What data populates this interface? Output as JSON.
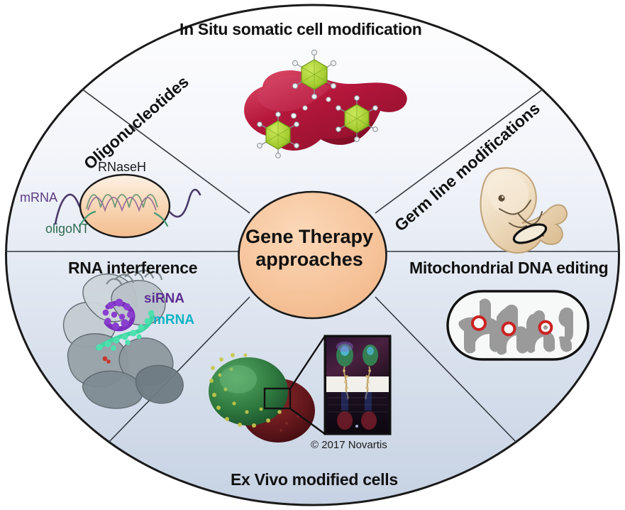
{
  "figure": {
    "center": {
      "line1": "Gene Therapy",
      "line2": "approaches",
      "fill": "#f6c39a",
      "stroke": "#1a1a1a"
    },
    "background": {
      "outer": "#ffffff",
      "ellipse_top": "#fdfdfe",
      "ellipse_bottom": "#c8d3e4",
      "ellipse_stroke": "#1a1a1a",
      "divider_stroke": "#2b2b33"
    },
    "sectors": [
      {
        "id": "in-situ",
        "label": "In Situ somatic cell modification",
        "orientation": "horizontal",
        "position": "top"
      },
      {
        "id": "oligonucleotides",
        "label": "Oligonucleotides",
        "orientation": "diagonal",
        "rotation_deg": 42,
        "position": "upper-left"
      },
      {
        "id": "germ-line",
        "label": "Germ line modifications",
        "orientation": "diagonal",
        "rotation_deg": -42,
        "position": "upper-right"
      },
      {
        "id": "rna-interference",
        "label": "RNA interference",
        "orientation": "horizontal",
        "position": "mid-left"
      },
      {
        "id": "mitochondrial",
        "label": "Mitochondrial DNA editing",
        "orientation": "horizontal",
        "position": "mid-right"
      },
      {
        "id": "ex-vivo",
        "label": "Ex Vivo modified cells",
        "orientation": "horizontal",
        "position": "bottom"
      }
    ],
    "annotations": {
      "rnaseh": "RNaseH",
      "mrna_oligo": "mRNA",
      "oligont": "oligoNT",
      "sirna": "siRNA",
      "mrna_rnai": "mRNA",
      "copyright": "© 2017 Novartis"
    },
    "annotation_colors": {
      "mrna_oligo": "#5a3a85",
      "oligont": "#2e6b4f",
      "sirna": "#5b2d91",
      "mrna_rnai": "#10b3c4"
    },
    "illustrations": [
      {
        "name": "liver-with-aav-viruses-illustration",
        "sector": "in-situ",
        "organ_color": "#b5173b",
        "virus_color": "#a8d13a",
        "virus_count": 3
      },
      {
        "name": "mrna-oligonucleotide-rnaseh-illustration",
        "sector": "oligonucleotides",
        "bubble_fill": "#f7c9a4"
      },
      {
        "name": "human-embryo-illustration",
        "sector": "germ-line",
        "body_color": "#e7cfae"
      },
      {
        "name": "argonaute-protein-sirna-mrna-structure",
        "sector": "rna-interference",
        "protein_color": "#8c9499",
        "sirna_color": "#7b2fbe",
        "mrna_color": "#3fd6a4"
      },
      {
        "name": "mitochondrion-with-mtdna-illustration",
        "sector": "mitochondrial",
        "membrane_color": "#1a1a1a",
        "cristae_color": "#9a9a9a",
        "mtdna_color": "#cc2222"
      },
      {
        "name": "ex-vivo-cells-with-microscopy-inset",
        "sector": "ex-vivo",
        "t_cell_color": "#2f7a3f",
        "tumor_cell_color": "#6a1518"
      }
    ]
  }
}
